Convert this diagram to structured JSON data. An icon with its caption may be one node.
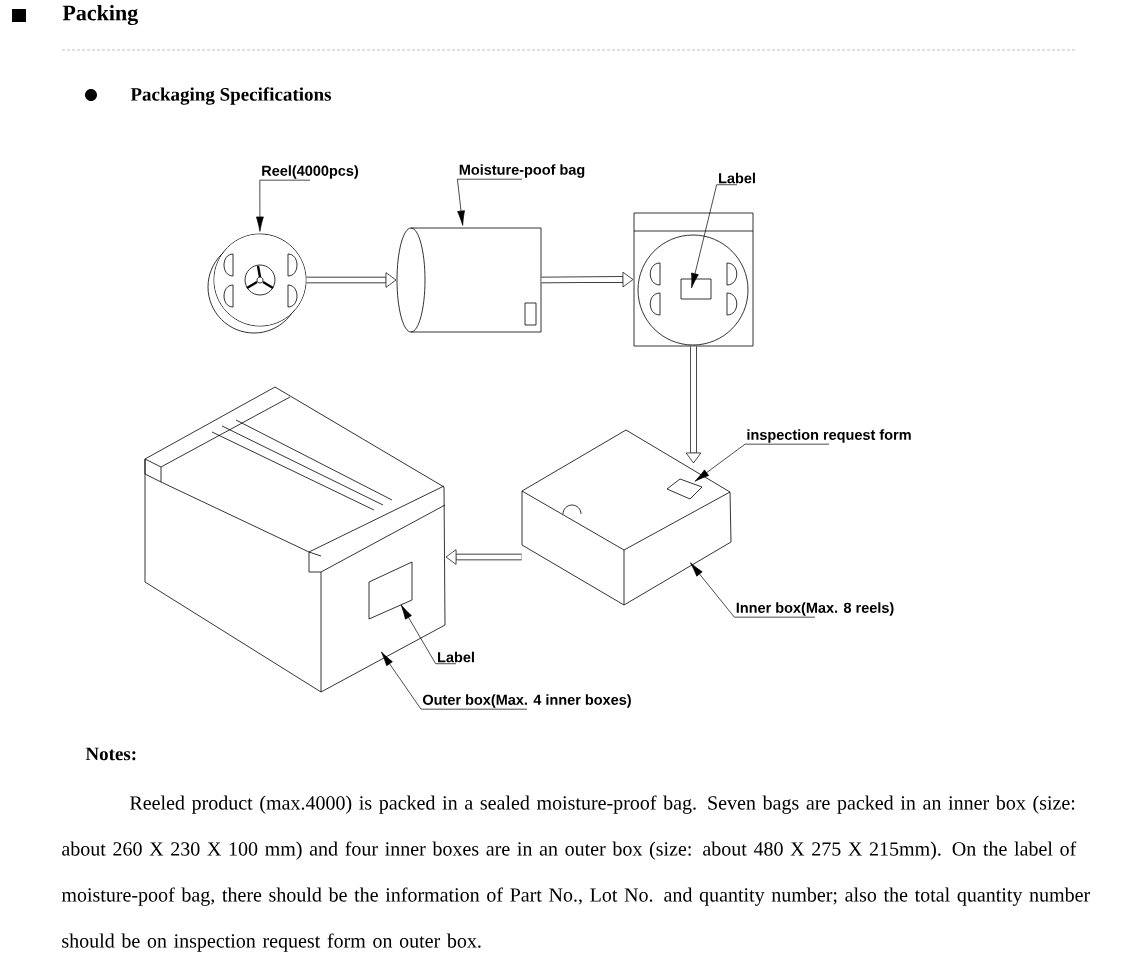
{
  "diagram": {
    "title": "Packing",
    "nodes": [
      {
        "text": [
          "Reel(4000pcs)"
        ]
      },
      {
        "text": [],
        "shape": "circle"
      },
      {
        "text": [
          "Moisture-poof bag"
        ]
      },
      {
        "text": [],
        "shape": "cylinder"
      },
      {
        "text": [
          "Label"
        ]
      },
      {
        "text": [],
        "shape": "box"
      },
      {
        "text": [],
        "shape": "box",
        "in": 5
      },
      {
        "text": [
          "inspection request form"
        ]
      },
      {
        "text": [],
        "shape": "box"
      },
      {
        "text": [],
        "shape": "box",
        "in": 8
      },
      {
        "text": [
          "Inner box(Max. 8 reels)"
        ]
      },
      {
        "text": [],
        "shape": "box"
      },
      {
        "text": [],
        "shape": "box",
        "in": 11
      },
      {
        "text": [
          "Label"
        ]
      },
      {
        "text": [
          "Outer box(Max. 4 inner boxes)"
        ]
      }
    ],
    "edges": [
      {
        "from": 0,
        "to": 1,
        "arrow": "to"
      },
      {
        "from": 2,
        "to": 3,
        "arrow": "to"
      },
      {
        "from": 4,
        "to": 6,
        "arrow": "to"
      },
      {
        "from": 7,
        "to": 9,
        "arrow": "to"
      },
      {
        "from": 10,
        "to": 8,
        "arrow": "to"
      },
      {
        "from": 13,
        "to": 12,
        "arrow": "to"
      },
      {
        "from": 14,
        "to": 11,
        "arrow": "to"
      },
      {
        "from": 1,
        "to": 3,
        "arrow": "to",
        "style": "thick"
      },
      {
        "from": 3,
        "to": 5,
        "arrow": "to",
        "style": "thick"
      },
      {
        "from": 5,
        "to": 8,
        "arrow": "to",
        "style": "thick"
      },
      {
        "from": 8,
        "to": 11,
        "arrow": "to",
        "style": "thick"
      }
    ],
    "labels": [
      "Packaging Specifications",
      "Notes:",
      "Reeled product (max.4000) is packed in a sealed moisture-proof bag. Seven bags are packed in an inner box (size: about 260 X 230 X 100 mm) and four inner boxes are in an outer box (size: about 480 X 275 X 215mm). On the label of moisture-poof bag, there should be the information of Part No., Lot No. and quantity number; also the total quantity number should be on inspection request form on outer box."
    ]
  }
}
